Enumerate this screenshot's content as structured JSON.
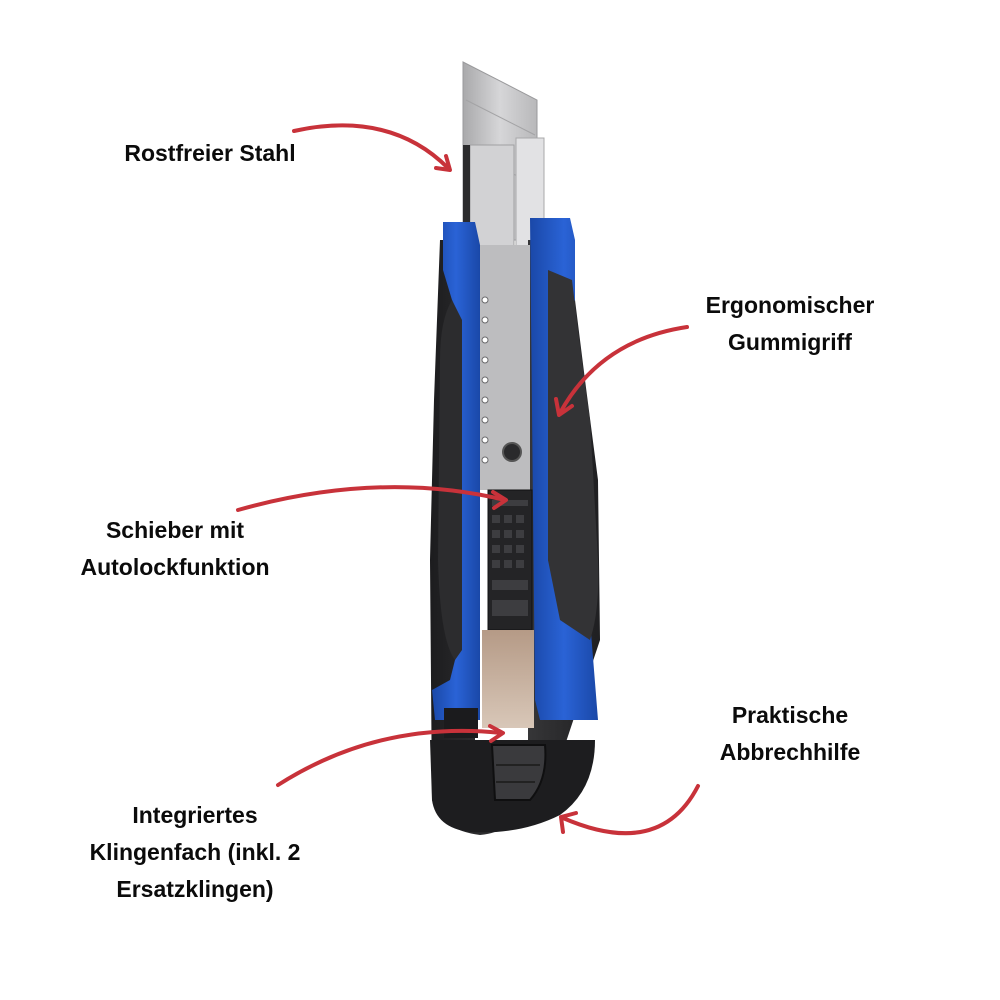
{
  "theme": {
    "background": "#ffffff",
    "text": "#0b0b0b",
    "arrow": "#c8323a",
    "handle_blue": "#1f56c4",
    "handle_black": "#2a2a2c",
    "blade": "#c9c9c9"
  },
  "product": {
    "name": "cutter-knife",
    "icon": "utility-knife-icon"
  },
  "callouts": [
    {
      "id": "stainless-steel",
      "lines": [
        "Rostfreier Stahl"
      ]
    },
    {
      "id": "rubber-grip",
      "lines": [
        "Ergonomischer",
        "Gummigriff"
      ]
    },
    {
      "id": "slider",
      "lines": [
        "Schieber mit",
        "Autolockfunktion"
      ]
    },
    {
      "id": "blade-compartment",
      "lines": [
        "Integriertes",
        "Klingenfach (inkl. 2",
        "Ersatzklingen)"
      ]
    },
    {
      "id": "snap-off-aid",
      "lines": [
        "Praktische",
        "Abbrechhilfe"
      ]
    }
  ]
}
